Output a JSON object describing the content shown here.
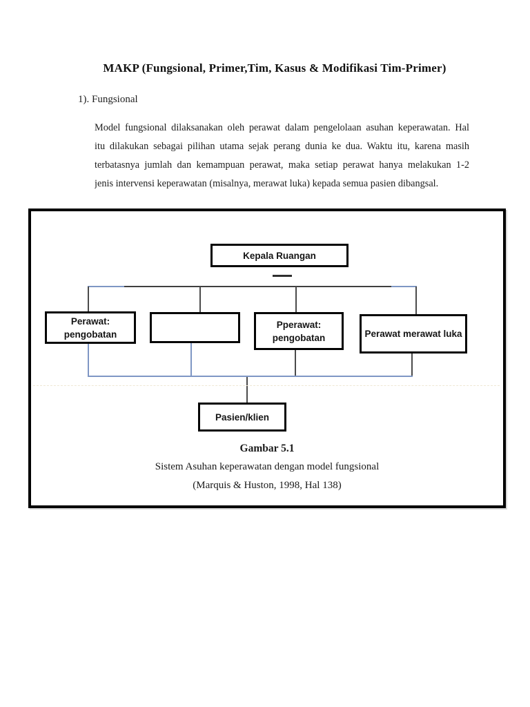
{
  "page": {
    "title": "MAKP (Fungsional, Primer,Tim, Kasus & Modifikasi Tim-Primer)",
    "section_label": "1). Fungsional",
    "paragraph_lines": [
      "Model fungsional dilaksanakan oleh perawat dalam pengelolaan asuhan keperawatan. Hal",
      "itu dilakukan sebagai pilihan utama sejak perang dunia ke dua. Waktu itu, karena masih",
      "terbatasnya jumlah dan kemampuan perawat, maka setiap perawat hanya melakukan 1-2",
      "jenis intervensi keperawatan (misalnya, merawat luka) kepada semua pasien dibangsal."
    ]
  },
  "diagram": {
    "root_label": "Kepala Ruangan",
    "children": [
      {
        "line1": "Perawat:",
        "line2": "pengobatan"
      },
      {
        "line1": "",
        "line2": ""
      },
      {
        "line1": "Pperawat:",
        "line2": "pengobatan"
      },
      {
        "line1": "Perawat merawat luka",
        "line2": ""
      }
    ],
    "patient_label": "Pasien/klien",
    "caption": {
      "figure_label": "Gambar 5.1",
      "description": "Sistem Asuhan keperawatan dengan model fungsional",
      "source": "(Marquis & Huston, 1998, Hal 138)"
    },
    "colors": {
      "connector_blue": "#7E96C4",
      "connector_dark": "#4A4A4A",
      "box_border": "#000000"
    }
  }
}
